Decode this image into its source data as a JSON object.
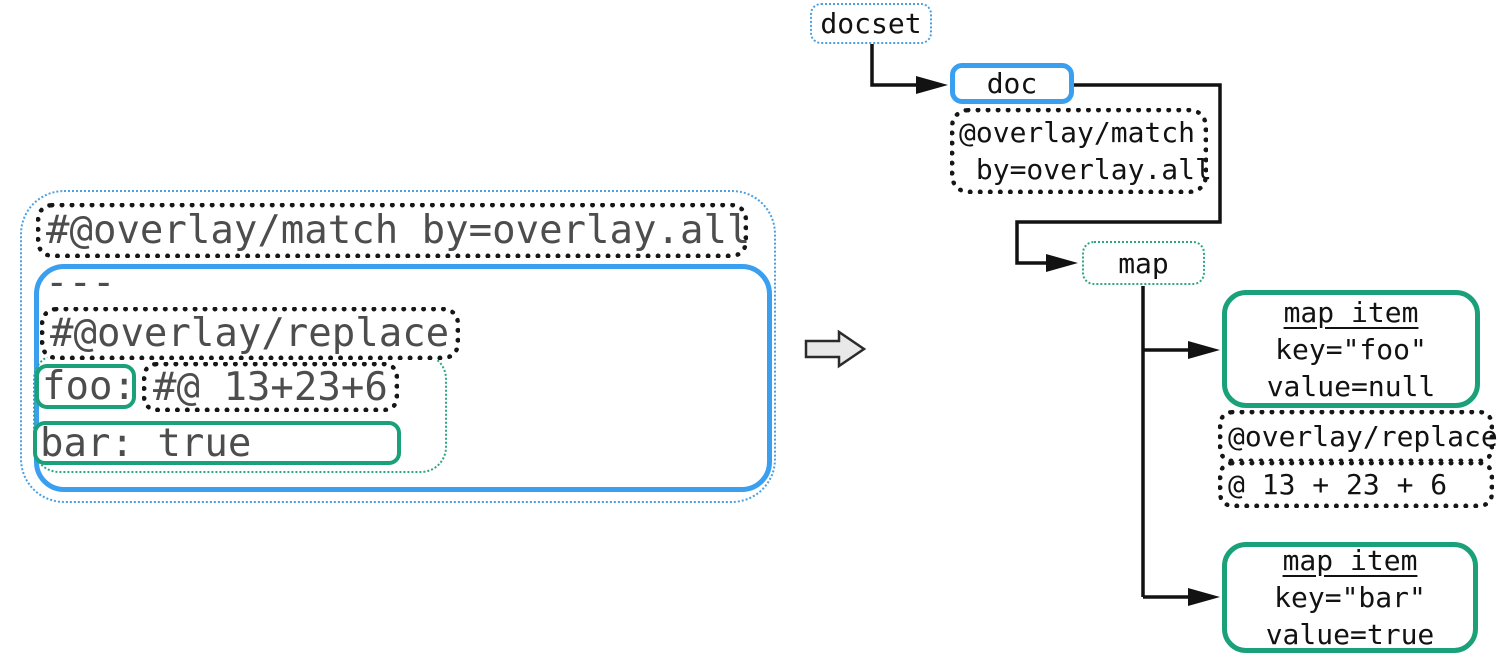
{
  "colors": {
    "doc_blue": "#3b9ff0",
    "docset_blue_dotted": "#4da0e0",
    "map_green": "#1aa179",
    "annotation_black": "#161616",
    "yaml_text_gray": "#4d4d4d",
    "tree_text_black": "#121212",
    "transform_arrow_fill": "#e8e8e8"
  },
  "left_yaml": {
    "match_annotation": "#@overlay/match by=overlay.all",
    "doc_separator": "---",
    "replace_annotation": "#@overlay/replace",
    "foo_key": "foo:",
    "foo_value_annotation": "#@ 13+23+6",
    "bar_entry": "bar: true"
  },
  "tree": {
    "docset_label": "docset",
    "doc_label": "doc",
    "doc_annotation": "@overlay/match\n by=overlay.all",
    "map_label": "map",
    "map_item_foo": {
      "title": "map item",
      "key": "key=\"foo\"",
      "value": "value=null"
    },
    "replace_annotation": "@overlay/replace",
    "value_annotation": "@ 13 + 23 + 6",
    "map_item_bar": {
      "title": "map item",
      "key": "key=\"bar\"",
      "value": "value=true"
    }
  }
}
